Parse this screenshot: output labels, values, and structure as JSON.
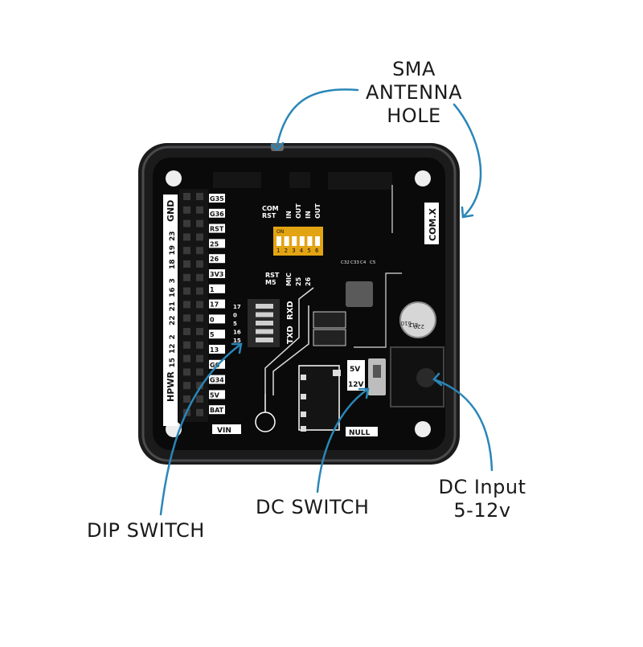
{
  "callouts": {
    "sma": [
      "SMA",
      "ANTENNA",
      "HOLE"
    ],
    "dip_switch": "DIP SWITCH",
    "dc_switch": "DC SWITCH",
    "dc_input": [
      "DC Input",
      "5-12v"
    ]
  },
  "board": {
    "silkscreen": {
      "gnd": "GND",
      "hpwr": "HPWR",
      "comx": "COM.X",
      "vin": "VIN",
      "null": "NULL",
      "left_pins": [
        "23",
        "19",
        "18",
        "3",
        "16",
        "21",
        "22",
        "2",
        "12",
        "15"
      ],
      "gpio_labels": [
        "G35",
        "G36",
        "RST",
        "25",
        "26",
        "3V3",
        "1",
        "17",
        "0",
        "5",
        "13",
        "G0",
        "G34",
        "5V",
        "BAT"
      ],
      "dip_header": [
        "COM",
        "RST",
        "IN",
        "OUT",
        "IN",
        "OUT"
      ],
      "dip_footer": [
        "RST",
        "M5",
        "MIC",
        "25",
        "26"
      ],
      "dip_numbers": [
        "1",
        "2",
        "3",
        "4",
        "5",
        "6"
      ],
      "dip_on": "ON",
      "small_dip_pins": [
        "17",
        "0",
        "5",
        "16",
        "15"
      ],
      "uart": [
        "TXD",
        "RXD"
      ],
      "voltage": [
        "5V",
        "12V"
      ],
      "cap_labels": [
        "C32",
        "C33",
        "C4",
        "C5"
      ],
      "cap_marking": [
        "220",
        "ELT",
        "610"
      ]
    }
  },
  "colors": {
    "callout_arrow": "#2a86b8",
    "enclosure": "#1b1b1c",
    "pcb": "#0a0a0a",
    "header": "#151515",
    "dip_switch": "#e3a413",
    "silkscreen": "#ffffff"
  }
}
